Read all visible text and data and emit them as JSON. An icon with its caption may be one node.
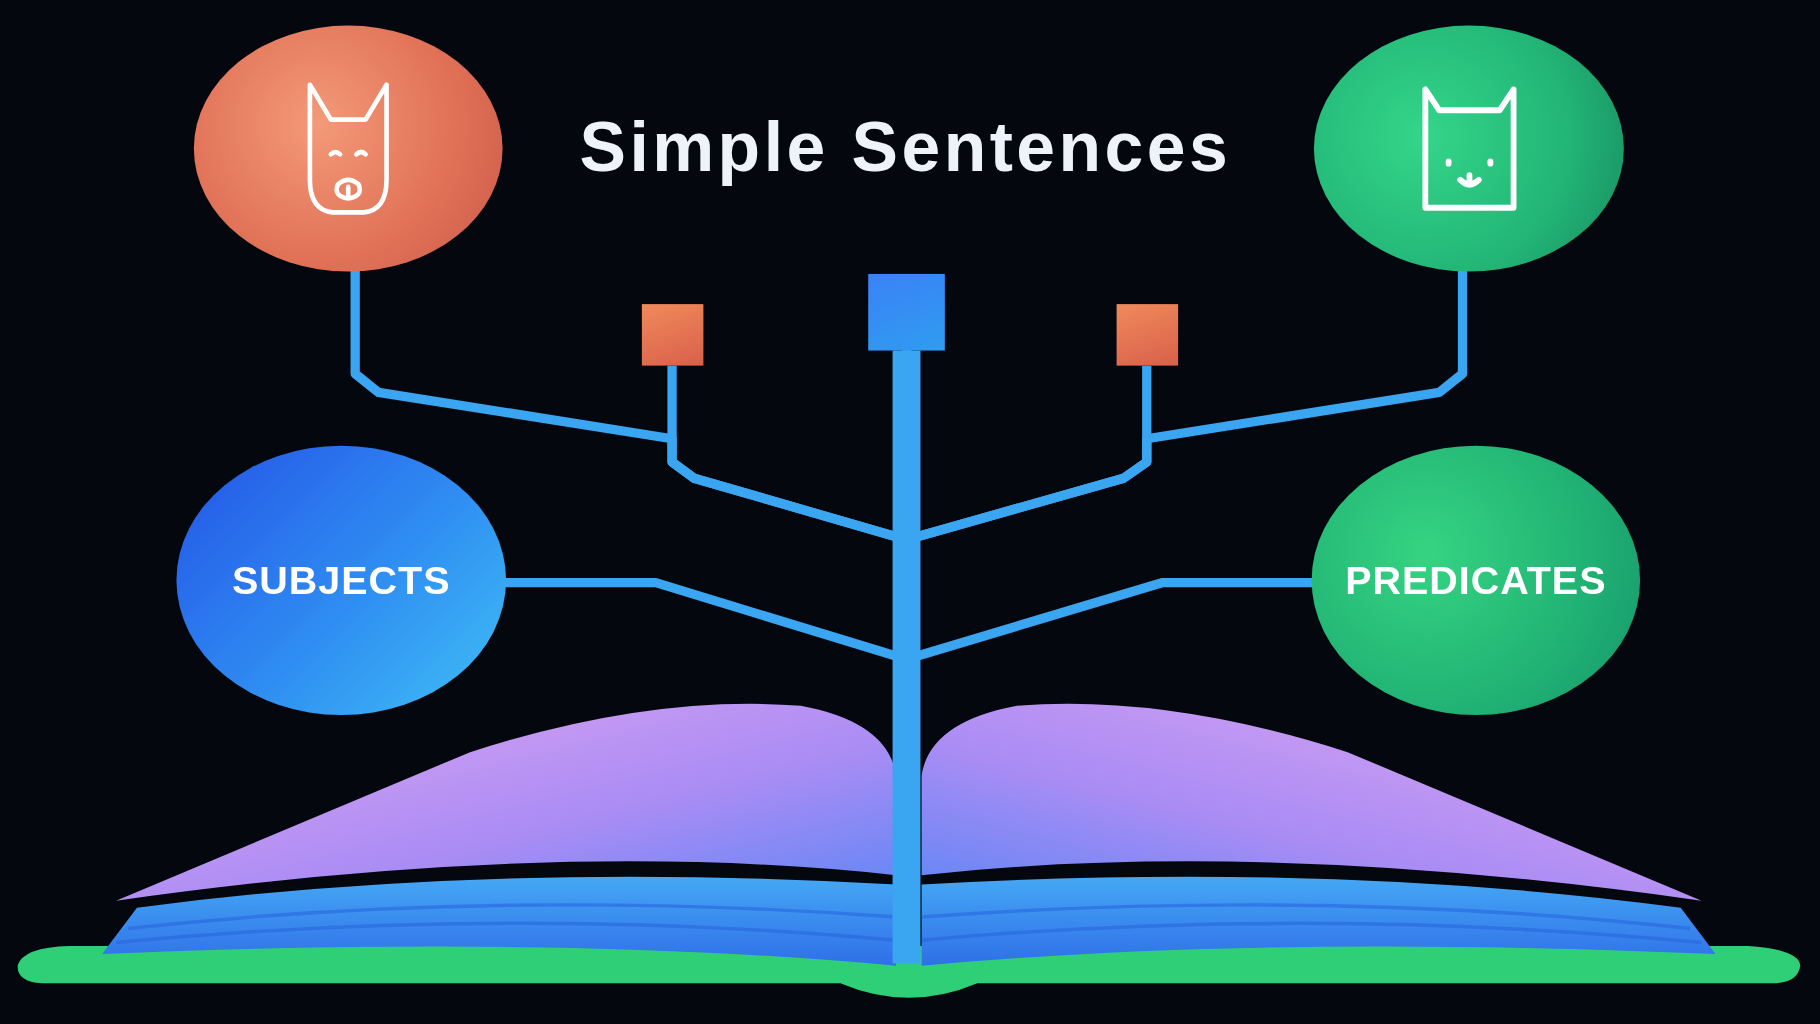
{
  "diagram": {
    "title": "Simple Sentences",
    "nodes": [
      {
        "text": [],
        "shape": "circle"
      },
      {
        "text": [],
        "shape": "circle"
      },
      {
        "text": [
          "SUBJECTS"
        ]
      },
      {
        "text": [
          "PREDICATES"
        ]
      },
      {
        "text": [],
        "shape": "box"
      },
      {
        "text": [],
        "shape": "box"
      },
      {
        "text": [],
        "shape": "box"
      },
      {
        "text": [],
        "shape": "picture"
      }
    ],
    "edges": [
      {
        "from": 0,
        "to": 5,
        "arrow": "none"
      },
      {
        "from": 4,
        "to": 5,
        "arrow": "none"
      },
      {
        "from": 2,
        "to": 5,
        "arrow": "none"
      },
      {
        "from": 6,
        "to": 5,
        "arrow": "none"
      },
      {
        "from": 1,
        "to": 5,
        "arrow": "none"
      },
      {
        "from": 3,
        "to": 5,
        "arrow": "none"
      },
      {
        "from": 7,
        "to": 5,
        "arrow": "none",
        "style": "thick"
      }
    ]
  }
}
